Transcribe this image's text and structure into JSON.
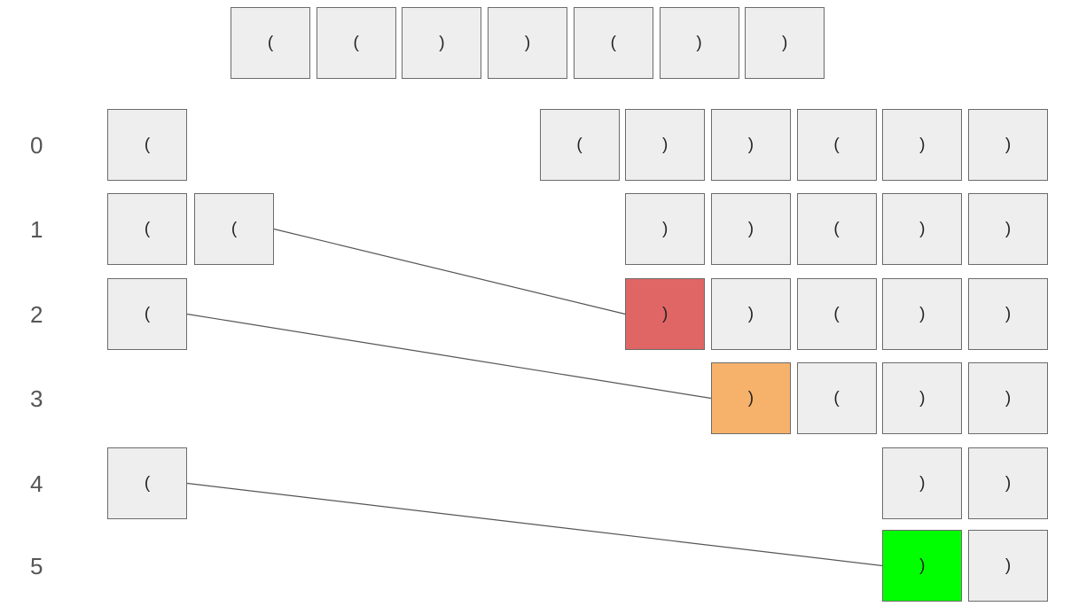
{
  "input_sequence": [
    "(",
    "(",
    ")",
    ")",
    "(",
    ")",
    ")"
  ],
  "colors": {
    "cell_fill": "#eeeeee",
    "cell_border": "#6b6b6b",
    "highlight_red": "#e06666",
    "highlight_orange": "#f6b26b",
    "highlight_green": "#00ff00",
    "connector": "#555555"
  },
  "steps": [
    {
      "label": "0",
      "stack": [
        "("
      ],
      "remaining": [
        "(",
        ")",
        ")",
        "(",
        ")",
        ")"
      ]
    },
    {
      "label": "1",
      "stack": [
        "(",
        "("
      ],
      "remaining": [
        ")",
        ")",
        "(",
        ")",
        ")"
      ]
    },
    {
      "label": "2",
      "stack": [
        "("
      ],
      "remaining": [
        ")",
        ")",
        "(",
        ")",
        ")"
      ]
    },
    {
      "label": "3",
      "stack": [],
      "remaining": [
        ")",
        "(",
        ")",
        ")"
      ]
    },
    {
      "label": "4",
      "stack": [
        "("
      ],
      "remaining": [
        ")",
        ")"
      ]
    },
    {
      "label": "5",
      "stack": [],
      "remaining": [
        ")",
        ")"
      ]
    }
  ],
  "matches": [
    {
      "from_step": "1",
      "to_step": "2",
      "color": "red"
    },
    {
      "from_step": "2",
      "to_step": "3",
      "color": "orange"
    },
    {
      "from_step": "4",
      "to_step": "5",
      "color": "green"
    }
  ]
}
